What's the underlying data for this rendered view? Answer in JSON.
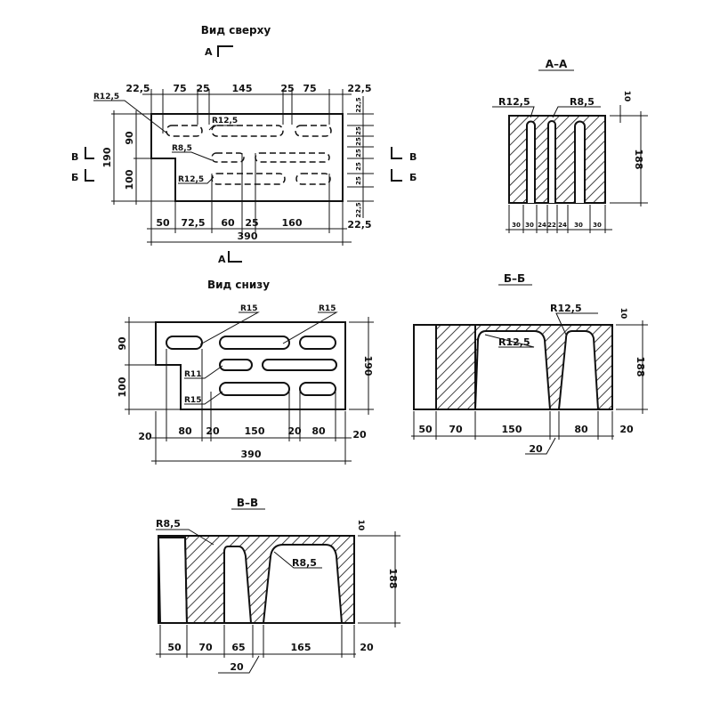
{
  "top_view": {
    "title": "Вид сверху",
    "section_a": "А",
    "section_v": "В",
    "section_b": "Б",
    "top_dims": [
      "22,5",
      "75",
      "25",
      "145",
      "25",
      "75",
      "22,5"
    ],
    "bottom_dims": [
      "50",
      "72,5",
      "60",
      "25",
      "160",
      "22,5"
    ],
    "total_length": "390",
    "left_dims": [
      "90",
      "100"
    ],
    "total_height": "190",
    "right_dims": [
      "22,5",
      "25",
      "25",
      "25",
      "25",
      "25",
      "22,5"
    ],
    "radii": [
      "R12,5",
      "R12,5",
      "R8,5",
      "R12,5"
    ]
  },
  "section_aa": {
    "title": "А–А",
    "radii": [
      "R12,5",
      "R8,5"
    ],
    "top_thickness": "10",
    "height": "188",
    "bottom_dims": [
      "30",
      "30",
      "24",
      "22",
      "24",
      "30",
      "30"
    ]
  },
  "bottom_view": {
    "title": "Вид снизу",
    "radii": [
      "R15",
      "R15",
      "R11",
      "R15"
    ],
    "left_dims": [
      "90",
      "100"
    ],
    "total_height": "190",
    "bottom_dims": [
      "20",
      "80",
      "20",
      "150",
      "20",
      "80",
      "20"
    ],
    "total_length": "390"
  },
  "section_bb": {
    "title": "Б–Б",
    "radii": [
      "R12,5",
      "R12,5"
    ],
    "top_thickness": "10",
    "height": "188",
    "bottom_dims": [
      "50",
      "70",
      "150",
      "80",
      "20"
    ],
    "web_dim": "20"
  },
  "section_vv": {
    "title": "В–В",
    "radii": [
      "R8,5",
      "R8,5"
    ],
    "top_thickness": "10",
    "height": "188",
    "bottom_dims": [
      "50",
      "70",
      "65",
      "165",
      "20"
    ],
    "web_dim": "20"
  }
}
